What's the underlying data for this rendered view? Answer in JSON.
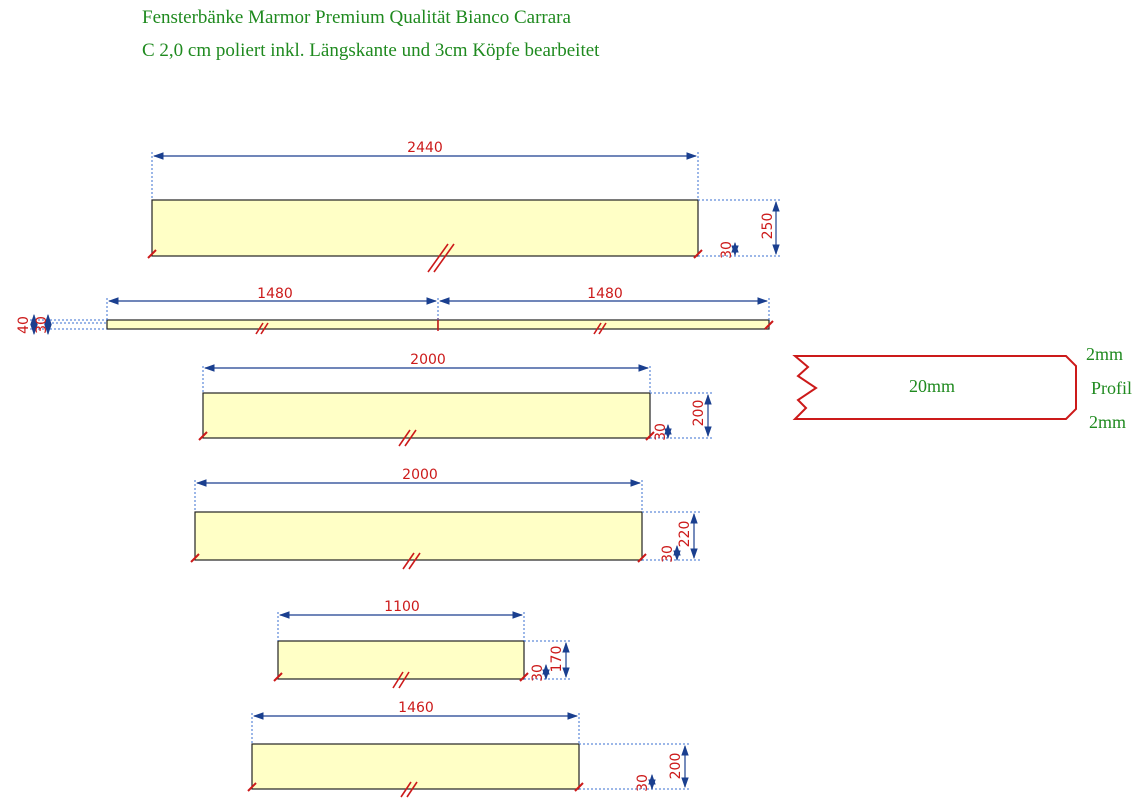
{
  "header": {
    "line1": "Fensterbänke Marmor Premium Qualität Bianco Carrara",
    "line2": "C 2,0 cm poliert inkl. Längskante und 3cm Köpfe bearbeitet"
  },
  "colors": {
    "title": "#1f8a1f",
    "dimension_text": "#cc1a1a",
    "dimension_line": "#1a3f8f",
    "slab_fill": "#ffffc6",
    "profile_outline": "#cc1a1a"
  },
  "slabs": [
    {
      "id": "slab-1",
      "length": "2440",
      "width": "250",
      "head": "30"
    },
    {
      "id": "slab-2",
      "length_left": "1480",
      "length_right": "1480",
      "width": "40",
      "head": "30"
    },
    {
      "id": "slab-3",
      "length": "2000",
      "width": "200",
      "head": "30"
    },
    {
      "id": "slab-4",
      "length": "2000",
      "width": "220",
      "head": "30"
    },
    {
      "id": "slab-5",
      "length": "1100",
      "width": "170",
      "head": "30"
    },
    {
      "id": "slab-6",
      "length": "1460",
      "width": "200",
      "head": "30"
    }
  ],
  "profile": {
    "thickness": "20mm",
    "top_chamfer": "2mm",
    "label": "Profil",
    "bottom_chamfer": "2mm"
  }
}
